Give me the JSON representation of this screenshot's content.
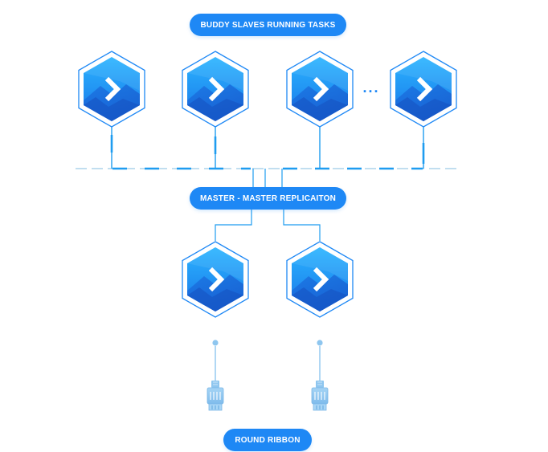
{
  "labels": {
    "slaves": "BUDDY SLAVES RUNNING TASKS",
    "master": "MASTER - MASTER REPLICAITON",
    "ribbon": "ROUND RIBBON",
    "ellipsis": "..."
  },
  "colors": {
    "pill": "#1e88f5",
    "hex_top": "#2bb4ff",
    "hex_bottom": "#1976e8",
    "hex_outline": "#1e88f5",
    "connector": "#1e9cf0",
    "bus_line": "#9ccbe8",
    "ribbon": "#8ec6ef"
  },
  "icons": {
    "node": "buddy-hexagon-chevron-icon",
    "plug": "network-plug-icon"
  }
}
